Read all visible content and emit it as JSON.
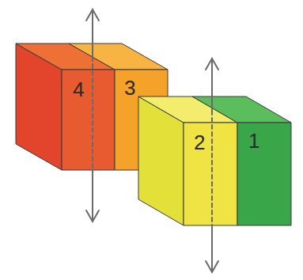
{
  "diagram": {
    "nodes": [
      {
        "text": [
          "4"
        ]
      },
      {
        "text": [
          "3"
        ]
      },
      {
        "text": [
          "2"
        ]
      },
      {
        "text": [
          "1"
        ]
      }
    ]
  }
}
